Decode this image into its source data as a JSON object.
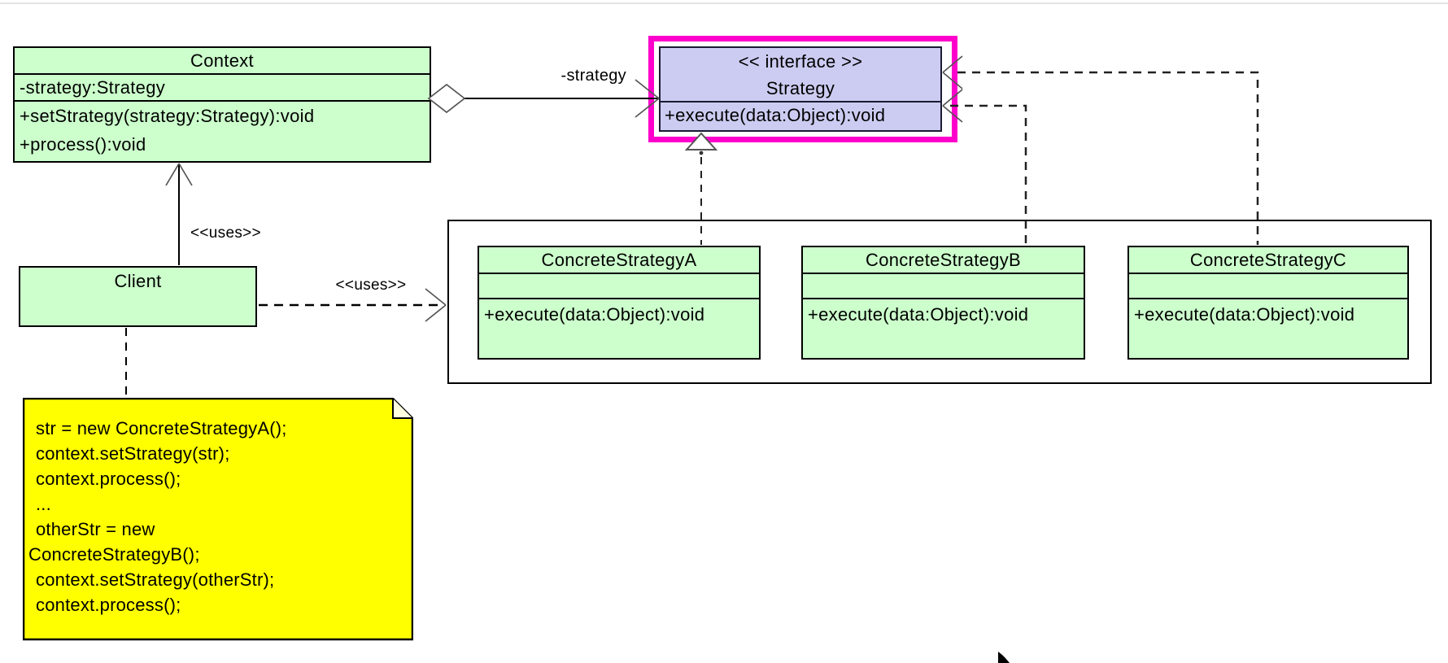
{
  "colors": {
    "class_fill": "#ccffcc",
    "interface_fill": "#ccccf2",
    "note_fill": "#ffff00",
    "highlight_border": "#ff00cc",
    "line_color": "#000000"
  },
  "classes": {
    "context": {
      "name": "Context",
      "attributes": [
        "-strategy:Strategy"
      ],
      "methods": [
        "+setStrategy(strategy:Strategy):void",
        "+process():void"
      ]
    },
    "strategy": {
      "stereotype": "<< interface >>",
      "name": "Strategy",
      "methods": [
        "+execute(data:Object):void"
      ]
    },
    "client": {
      "name": "Client"
    },
    "concrete_a": {
      "name": "ConcreteStrategyA",
      "methods": [
        "+execute(data:Object):void"
      ]
    },
    "concrete_b": {
      "name": "ConcreteStrategyB",
      "methods": [
        "+execute(data:Object):void"
      ]
    },
    "concrete_c": {
      "name": "ConcreteStrategyC",
      "methods": [
        "+execute(data:Object):void"
      ]
    }
  },
  "relationships": {
    "aggregation": {
      "label": "-strategy"
    },
    "client_uses_context": {
      "label": "<<uses>>"
    },
    "client_uses_strategies": {
      "label": "<<uses>>"
    }
  },
  "note": {
    "lines": [
      "str = new ConcreteStrategyA();",
      "context.setStrategy(str);",
      "context.process();",
      "...",
      "otherStr = new",
      "ConcreteStrategyB();",
      "context.setStrategy(otherStr);",
      "context.process();"
    ]
  }
}
